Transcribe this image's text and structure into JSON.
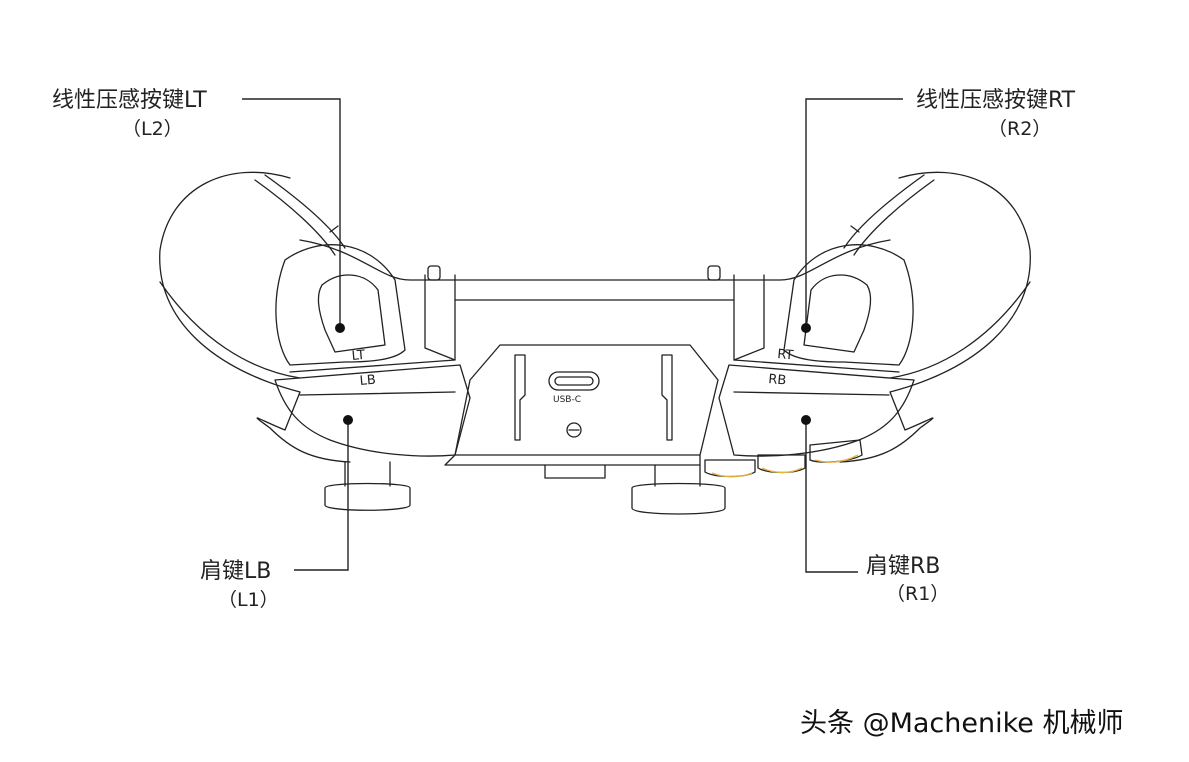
{
  "callouts": {
    "lt": {
      "title": "线性压感按键LT",
      "sub": "（L2）"
    },
    "rt": {
      "title": "线性压感按键RT",
      "sub": "（R2）"
    },
    "lb": {
      "title": "肩键LB",
      "sub": "（L1）"
    },
    "rb": {
      "title": "肩键RB",
      "sub": "（R1）"
    }
  },
  "controller_markings": {
    "lt": "LT",
    "lb": "LB",
    "rt": "RT",
    "rb": "RB",
    "usb": "USB-C"
  },
  "watermark": "头条 @Machenike 机械师",
  "colors": {
    "line": "#222222",
    "accent_button": "#e8b23a"
  }
}
